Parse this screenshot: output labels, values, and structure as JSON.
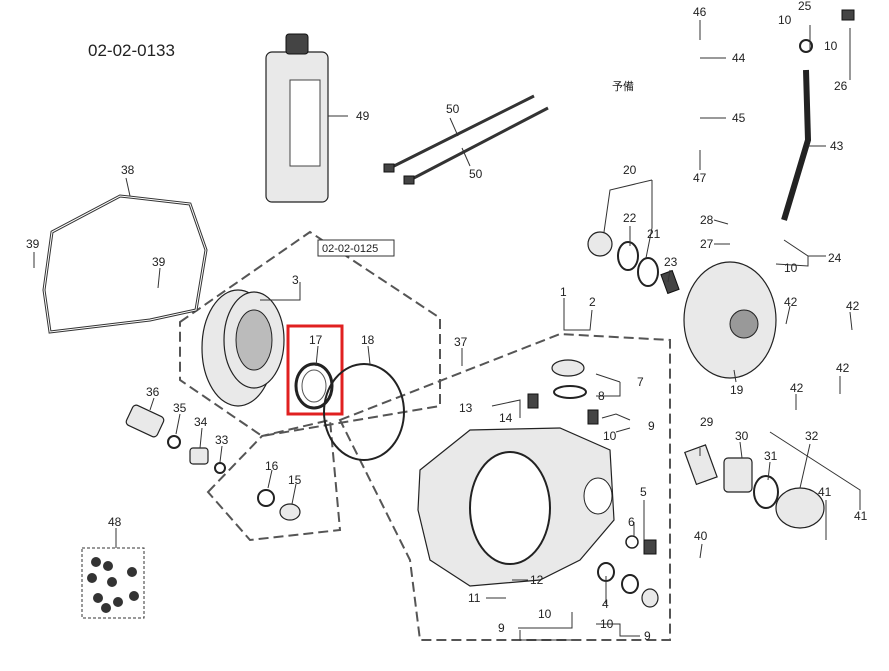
{
  "diagram": {
    "title": "02-02-0133",
    "subassembly_ref": "02-02-0125",
    "spare_label": "予備",
    "highlight_color": "#e02020",
    "highlighted_part": "17",
    "callouts": {
      "c1": "1",
      "c2": "2",
      "c3": "3",
      "c4": "4",
      "c5": "5",
      "c6": "6",
      "c7": "7",
      "c8": "8",
      "c9a": "9",
      "c9b": "9",
      "c10a": "10",
      "c10b": "10",
      "c10c": "10",
      "c10d": "10",
      "c10e": "10",
      "c10f": "10",
      "c11": "11",
      "c12": "12",
      "c13": "13",
      "c14": "14",
      "c15": "15",
      "c16": "16",
      "c17": "17",
      "c18": "18",
      "c19": "19",
      "c20": "20",
      "c21": "21",
      "c22": "22",
      "c23": "23",
      "c24": "24",
      "c25": "25",
      "c26": "26",
      "c27": "27",
      "c28": "28",
      "c29": "29",
      "c30": "30",
      "c31": "31",
      "c32": "32",
      "c33": "33",
      "c34": "34",
      "c35": "35",
      "c36": "36",
      "c37": "37",
      "c38": "38",
      "c39a": "39",
      "c39b": "39",
      "c40": "40",
      "c41a": "41",
      "c41b": "41",
      "c42a": "42",
      "c42b": "42",
      "c42c": "42",
      "c42d": "42",
      "c43": "43",
      "c44": "44",
      "c45": "45",
      "c46": "46",
      "c47": "47",
      "c48": "48",
      "c49": "49",
      "c50a": "50",
      "c50b": "50",
      "c9c": "9"
    }
  }
}
